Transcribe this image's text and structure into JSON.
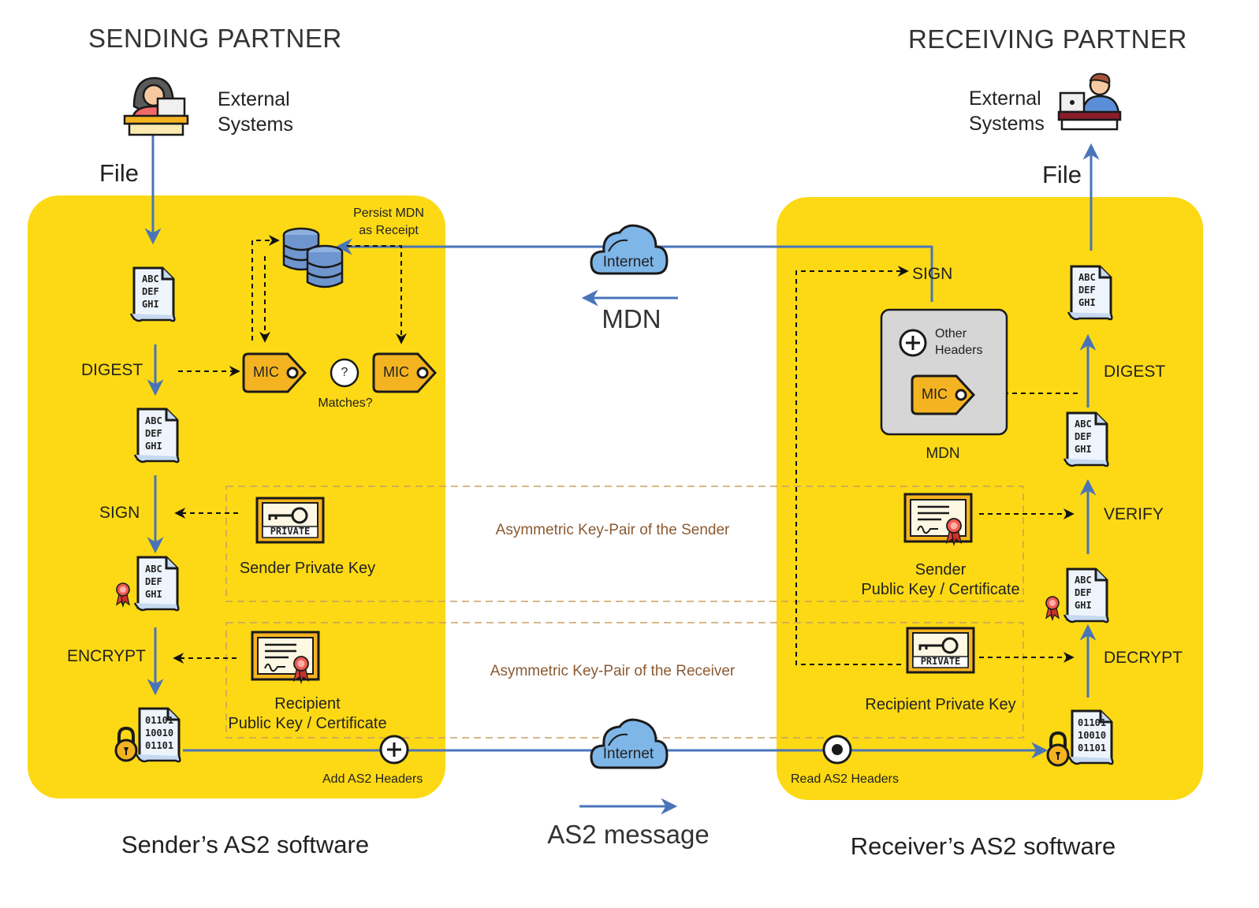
{
  "sender": {
    "heading": "SENDING PARTNER",
    "external_systems": [
      "External",
      "Systems"
    ],
    "file_label": "File",
    "software_label": "Sender’s AS2 software",
    "steps": {
      "digest": "DIGEST",
      "sign": "SIGN",
      "encrypt": "ENCRYPT"
    },
    "persist_mdn": [
      "Persist MDN",
      "as Receipt"
    ],
    "mic_label": "MIC",
    "question_mark": "?",
    "matches": "Matches?",
    "private_key_badge": "PRIVATE",
    "sender_private_key": "Sender Private Key",
    "recipient_public_key": [
      "Recipient",
      "Public Key / Certificate"
    ],
    "add_as2_headers": "Add AS2 Headers",
    "doc_text": [
      "ABC",
      "DEF",
      "GHI"
    ],
    "binary_text": [
      "01101",
      "10010",
      "01101"
    ]
  },
  "receiver": {
    "heading": "RECEIVING PARTNER",
    "external_systems": [
      "External",
      "Systems"
    ],
    "file_label": "File",
    "software_label": "Receiver’s AS2 software",
    "steps": {
      "sign": "SIGN",
      "digest": "DIGEST",
      "verify": "VERIFY",
      "decrypt": "DECRYPT"
    },
    "mdn_box": {
      "other_headers": [
        "Other",
        "Headers"
      ],
      "mic_label": "MIC",
      "caption": "MDN"
    },
    "private_key_badge": "PRIVATE",
    "sender_public_key": [
      "Sender",
      "Public Key / Certificate"
    ],
    "recipient_private_key": "Recipient Private Key",
    "read_as2_headers": "Read AS2 Headers",
    "doc_text": [
      "ABC",
      "DEF",
      "GHI"
    ],
    "binary_text": [
      "01101",
      "10010",
      "01101"
    ]
  },
  "middle": {
    "internet_label": "Internet",
    "mdn_label": "MDN",
    "as2_message_label": "AS2 message",
    "keypair_sender": "Asymmetric Key-Pair of the Sender",
    "keypair_receiver": "Asymmetric Key-Pair of the Receiver"
  },
  "colors": {
    "panel_yellow": "#fcd914",
    "flow_blue": "#4a74b8",
    "cloud_blue": "#7fb6e8",
    "tag_orange": "#f4b320",
    "mdn_box_gray": "#d6d6d6",
    "keypair_brown": "#8a5a32"
  }
}
